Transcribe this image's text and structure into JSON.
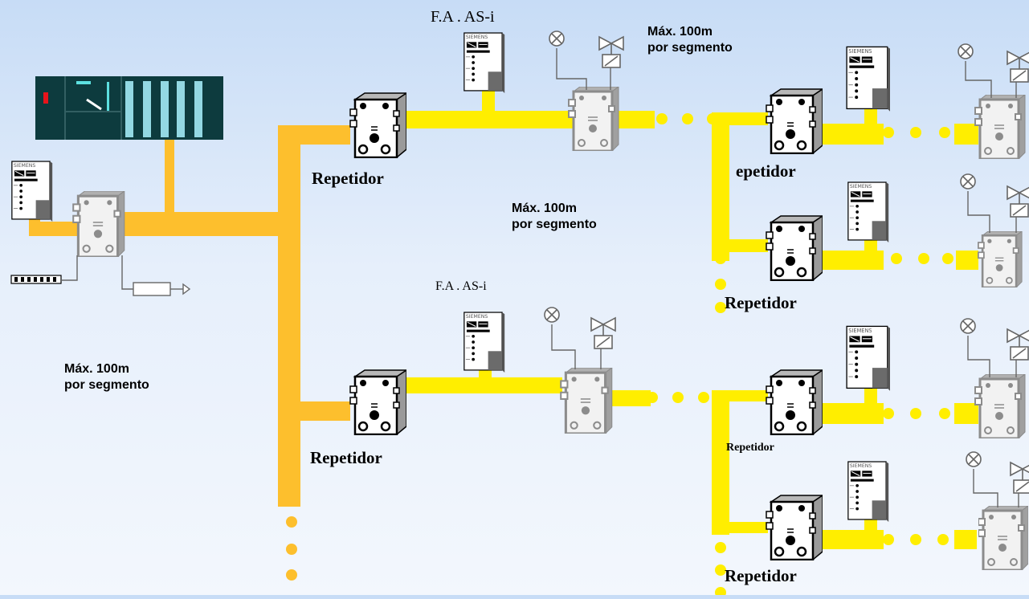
{
  "colors": {
    "bus_main": "#fdbf2d",
    "bus_aux": "#ffee00",
    "module_grey": "#8c8c8c",
    "plc_green": "#0d3b3e",
    "background_top": "#c7dcf6"
  },
  "labels": {
    "repeater": "Repetidor",
    "repeater_cut": "epetidor",
    "repeater_small": "Repetidor",
    "power_supply": "F.A . AS-i",
    "segment_line1": "Máx. 100m",
    "segment_line2": "por segmento"
  },
  "icons": {
    "plc": "plc-rack-icon",
    "power_supply": "siemens-power-supply-icon",
    "repeater": "as-i-repeater-icon",
    "slave": "as-i-slave-module-icon",
    "lamp": "lamp-icon",
    "valve": "valve-icon",
    "sensor_array": "light-curtain-icon",
    "cylinder": "pneumatic-cylinder-icon"
  }
}
